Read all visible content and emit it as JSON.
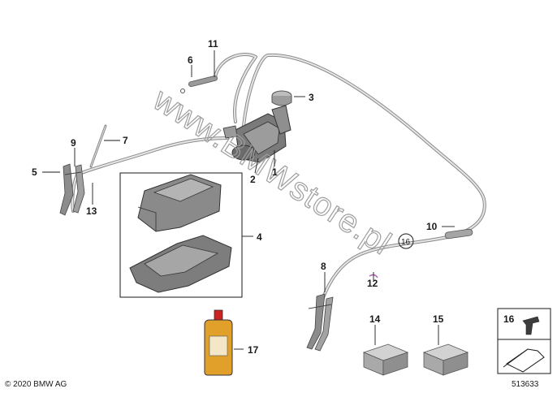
{
  "watermark": "www.BMWstore.pl",
  "copyright": "© 2020 BMW AG",
  "diagram_id": "513633",
  "callouts": {
    "c1": "1",
    "c2": "2",
    "c3": "3",
    "c4": "4",
    "c5": "5",
    "c6": "6",
    "c7": "7",
    "c8": "8",
    "c9": "9",
    "c10": "10",
    "c11": "11",
    "c12": "12",
    "c13": "13",
    "c14": "14",
    "c15": "15",
    "c16": "16",
    "c16_circled": "16",
    "c17": "17"
  }
}
